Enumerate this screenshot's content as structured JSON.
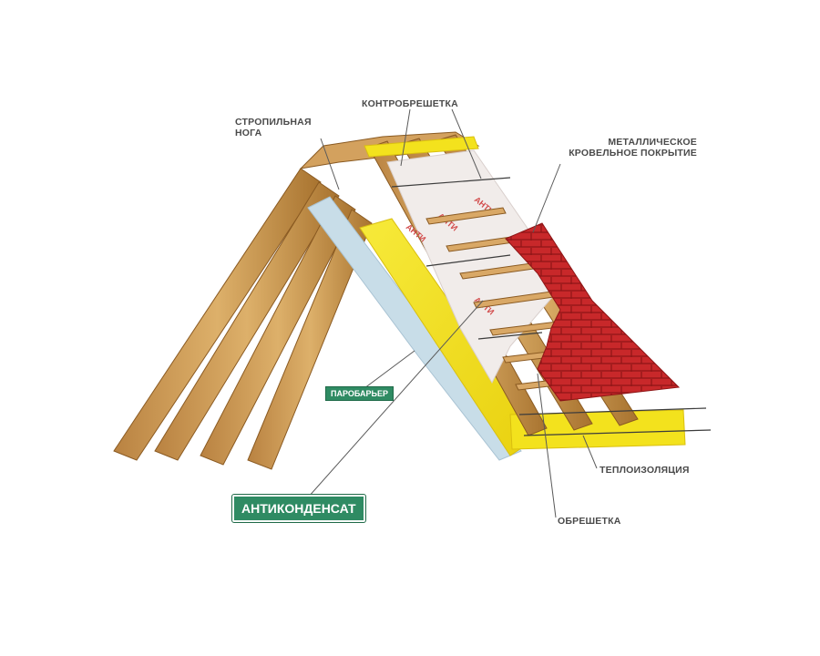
{
  "labels": {
    "rafter_leg": "СТРОПИЛЬНАЯ\nНОГА",
    "counter_batten": "КОНТРОБРЕШЕТКА",
    "metal_roofing": "МЕТАЛЛИЧЕСКОЕ\nКРОВЕЛЬНОЕ ПОКРЫТИЕ",
    "vapor_barrier": "ПАРОБАРЬЕР",
    "thermal_insulation": "ТЕПЛОИЗОЛЯЦИЯ",
    "lathing": "ОБРЕШЕТКА",
    "anticondensate": "АНТИКОНДЕНСАТ"
  },
  "membrane_print": "АНТИ",
  "colors": {
    "wood": "#d4a05a",
    "wood_dark": "#a8732f",
    "insulation": "#f3e21d",
    "vapor_film": "#c8dde8",
    "membrane": "#f1ecea",
    "tile": "#c8282a",
    "badge": "#2f8b63",
    "label_text": "#4a4a4a",
    "leader": "#5a5a5a"
  }
}
